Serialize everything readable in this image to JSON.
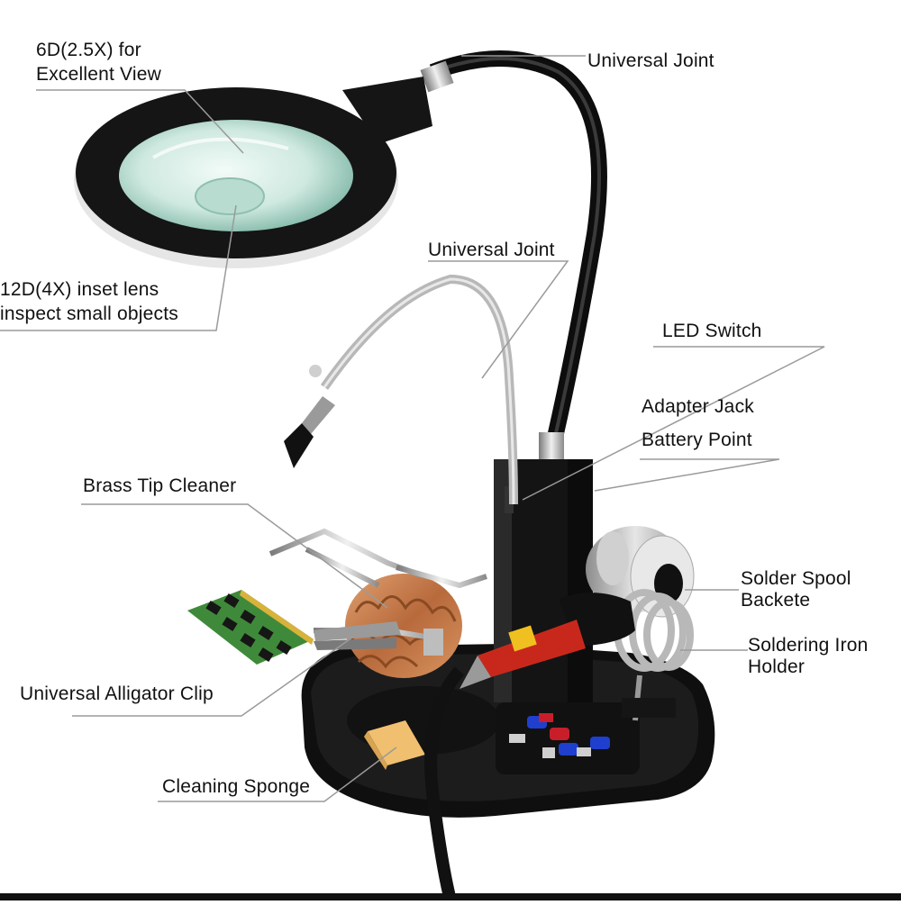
{
  "labels": {
    "lens_main_line1": "6D(2.5X) for",
    "lens_main_line2": "Excellent View",
    "universal_joint_top": "Universal Joint",
    "inset_lens_line1": "12D(4X) inset lens",
    "inset_lens_line2": "inspect small objects",
    "universal_joint_mid": "Universal Joint",
    "led_switch": "LED Switch",
    "adapter_jack": "Adapter Jack",
    "battery_point": "Battery Point",
    "brass_tip_cleaner": "Brass Tip Cleaner",
    "solder_spool_line1": "Solder Spool",
    "solder_spool_line2": "Backete",
    "iron_holder_line1": "Soldering Iron",
    "iron_holder_line2": "Holder",
    "alligator_clip": "Universal Alligator Clip",
    "cleaning_sponge": "Cleaning Sponge"
  },
  "colors": {
    "body_black": "#141414",
    "iron_red": "#c8281c",
    "copper": "#c8804e",
    "pcb_green": "#3f8a3a",
    "lens_tint": "#cfe9e0",
    "callout_line": "#9a9a9a"
  }
}
